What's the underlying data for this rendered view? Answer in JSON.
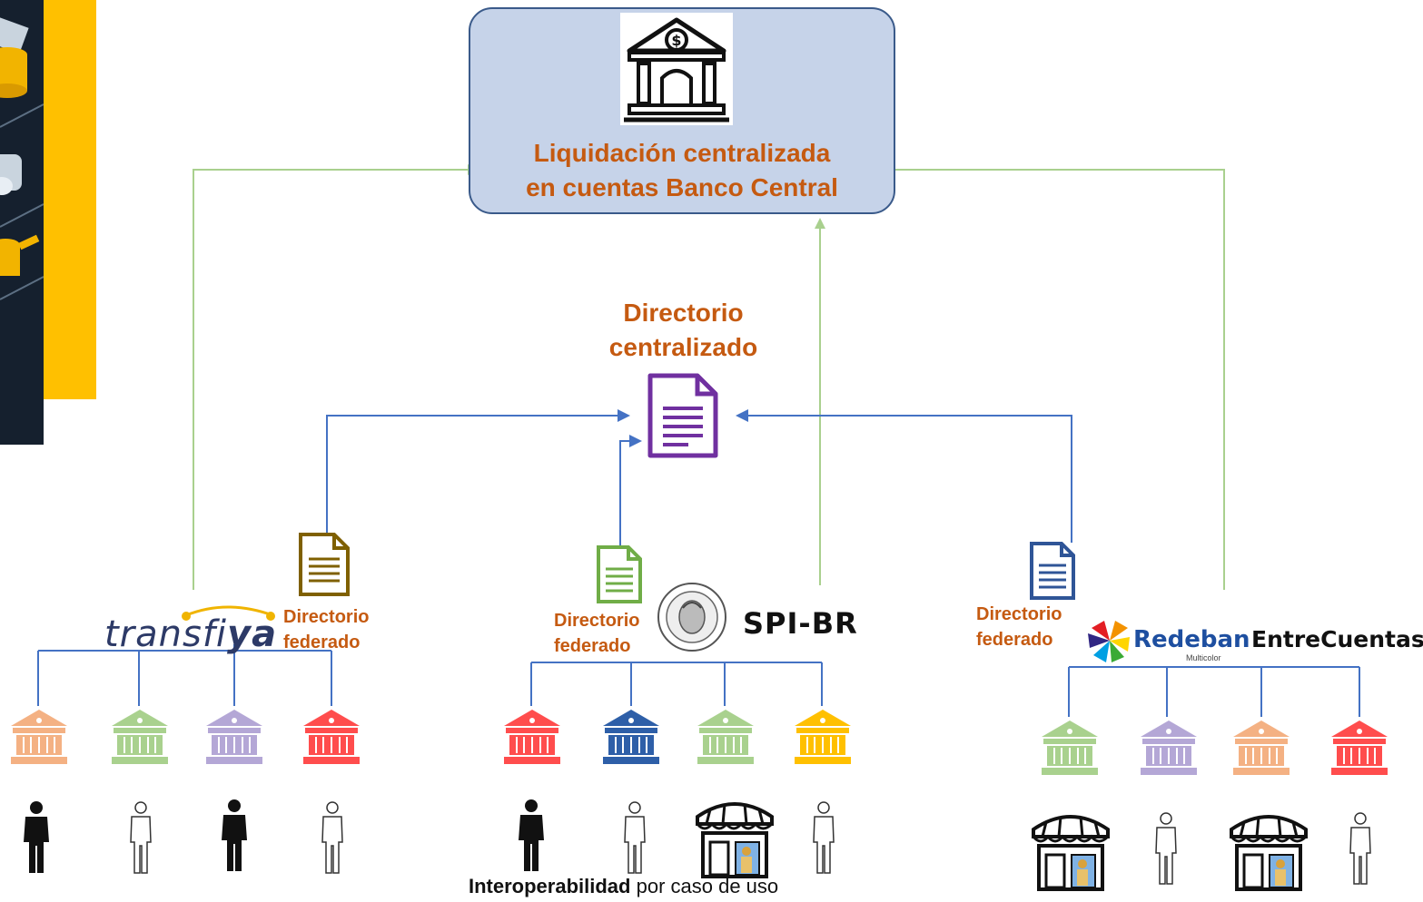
{
  "central_bank": {
    "title_line1": "Liquidación centralizada",
    "title_line2": "en cuentas Banco Central",
    "icon": "bank-dollar-icon"
  },
  "central_directory": {
    "title_line1": "Directorio",
    "title_line2": "centralizado",
    "icon": "document-icon"
  },
  "systems": {
    "transfiya": {
      "logo_text": "transfi",
      "logo_bold": "ya",
      "fed_line1": "Directorio",
      "fed_line2": "federado"
    },
    "spi_br": {
      "label": "SPI-BR",
      "fed_line1": "Directorio",
      "fed_line2": "federado",
      "seal_icon": "banco-republica-seal-icon"
    },
    "redeban": {
      "logo_text": "Redeban",
      "logo_sub": "Multicolor",
      "partner": "EntreCuentas",
      "fed_line1": "Directorio",
      "fed_line2": "federado"
    }
  },
  "caption": {
    "bold": "Interoperabilidad",
    "rest": " por caso de uso"
  },
  "colors": {
    "title": "#c55a11",
    "green_arrow": "#a9d08e",
    "blue_arrow": "#4472c4",
    "box_fill": "#c6d3e9",
    "box_border": "#3a5a8a",
    "purple_doc": "#7030a0",
    "brown_doc": "#7f6000",
    "green_doc": "#70ad47",
    "blue_doc": "#2f5597",
    "bank_orange": "#f4b183",
    "bank_green": "#a9d18e",
    "bank_purple": "#b4a7d6",
    "bank_red": "#ff4d4d",
    "bank_blue": "#2e5fa8",
    "bank_yellow": "#ffc000"
  }
}
